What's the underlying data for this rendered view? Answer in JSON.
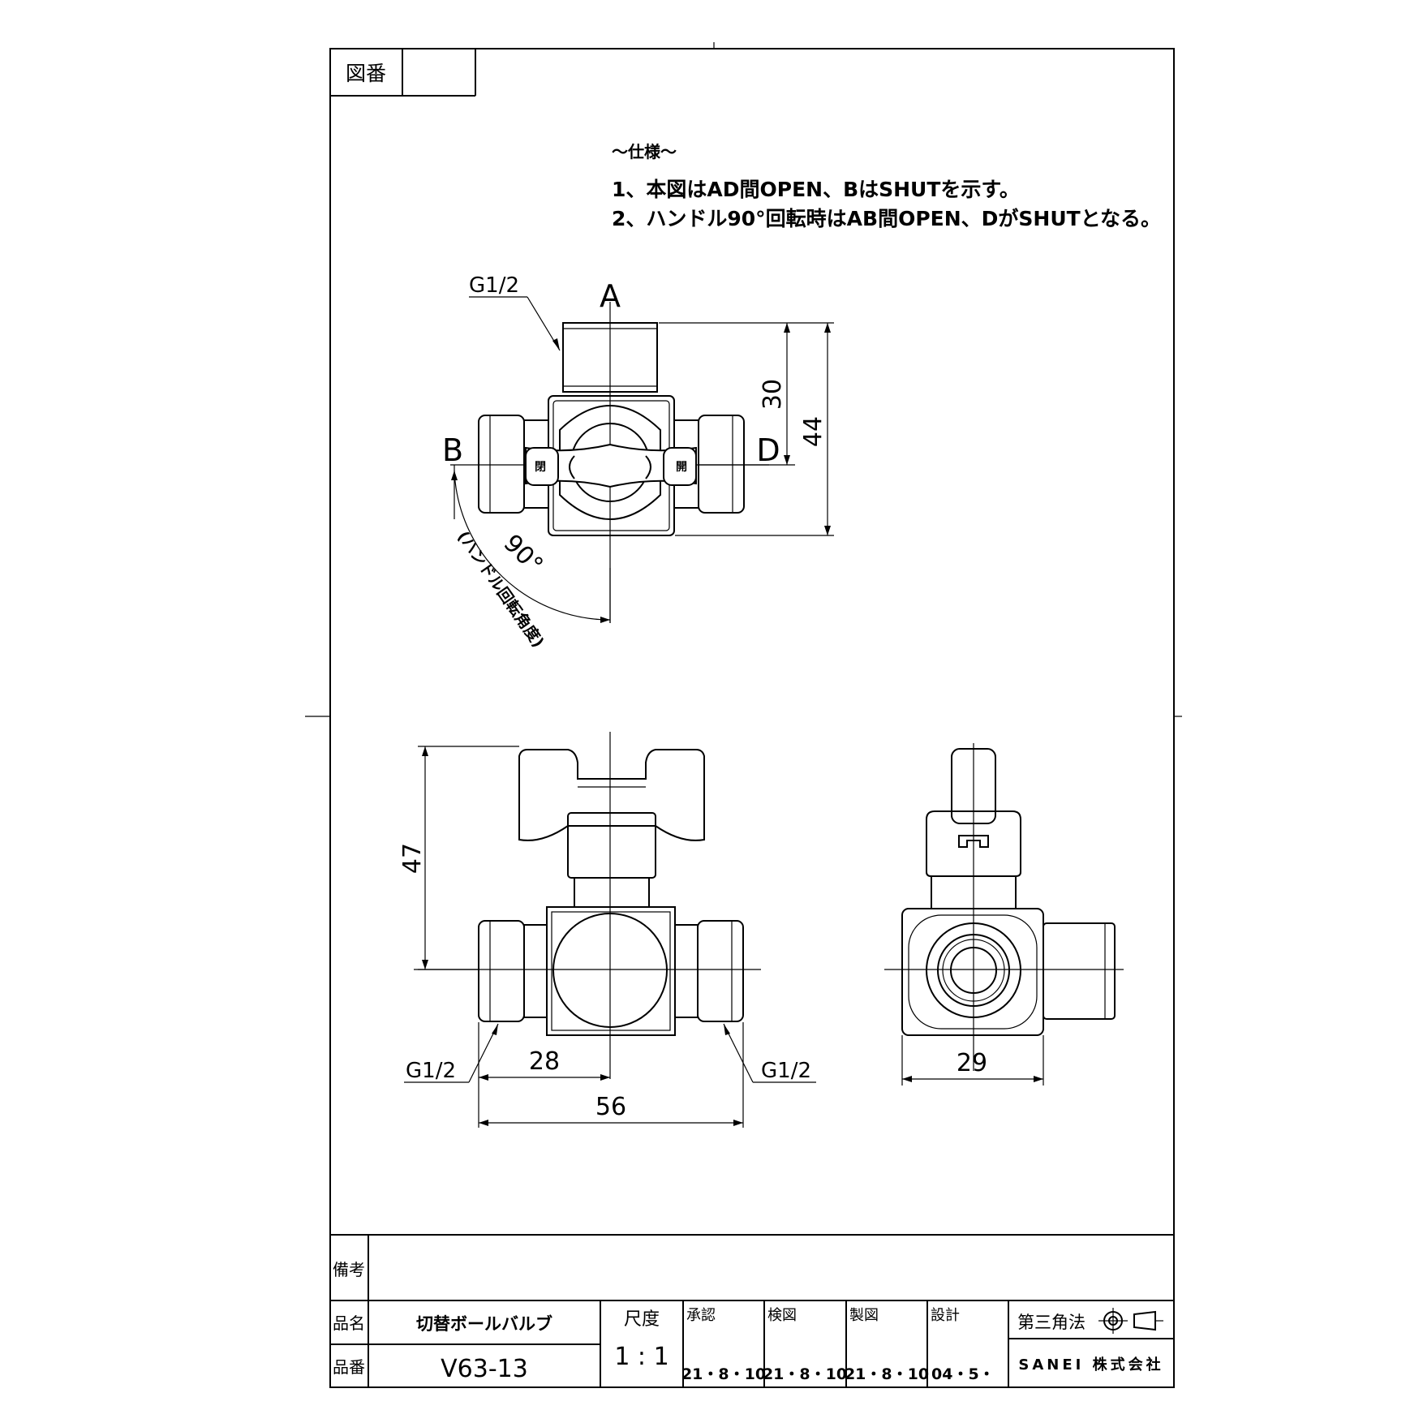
{
  "title_block": {
    "drawing_no_label": "図番",
    "drawing_no_value": "",
    "remarks_label": "備考",
    "remarks_value": "",
    "name_label": "品名",
    "name_value": "切替ボールバルブ",
    "part_label": "品番",
    "part_value": "V63-13",
    "scale_label": "尺度",
    "scale_value": "1 : 1",
    "approval_label": "承認",
    "approval_date": "21・8・10",
    "check_label": "検図",
    "check_date": "21・8・10",
    "drafting_label": "製図",
    "drafting_date": "21・8・10",
    "design_label": "設計",
    "design_date": "04・5・",
    "projection_label": "第三角法",
    "company": "SANEI 株式会社"
  },
  "spec": {
    "heading": "～仕様～",
    "line1": "1、本図はAD間OPEN、BはSHUTを示す。",
    "line2": "2、ハンドル90°回転時はAB間OPEN、DがSHUTとなる。"
  },
  "top_view": {
    "port_a": "A",
    "port_b": "B",
    "port_d": "D",
    "thread_top": "G1/2",
    "dim_30": "30",
    "dim_44": "44",
    "angle": "90°",
    "angle_note": "(ハンドル回転角度)",
    "handle_mark_left": "閉",
    "handle_mark_right": "開"
  },
  "front_view": {
    "dim_47": "47",
    "dim_28": "28",
    "dim_56": "56",
    "thread_left": "G1/2",
    "thread_right": "G1/2"
  },
  "side_view": {
    "dim_29": "29"
  }
}
